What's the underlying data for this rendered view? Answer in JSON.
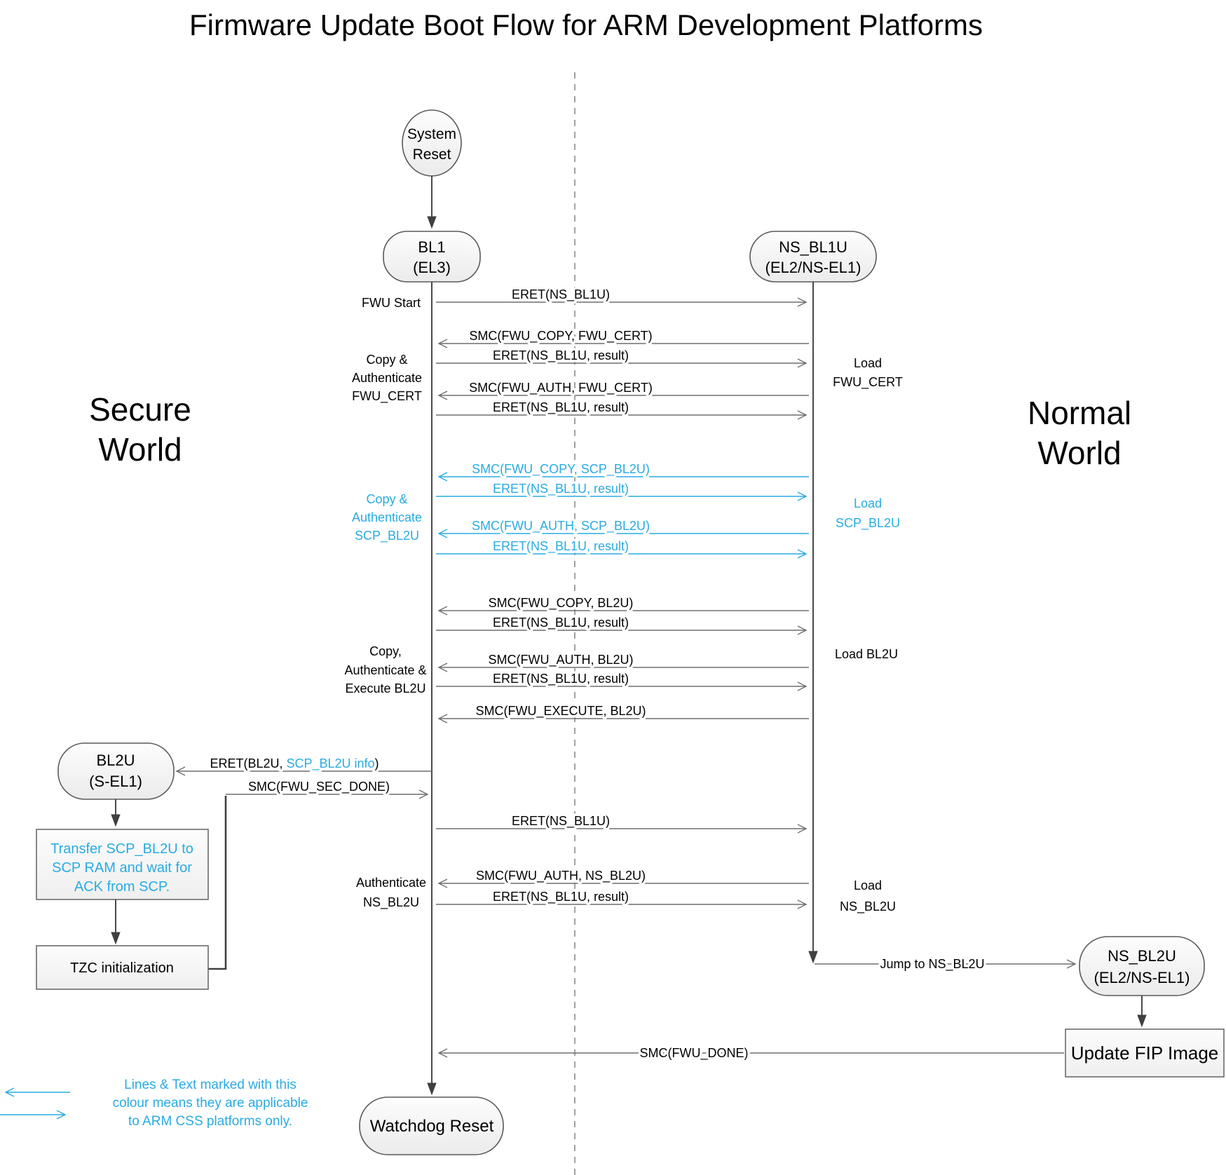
{
  "title": "Firmware Update Boot Flow for ARM Development Platforms",
  "colors": {
    "accent": "#29ABE2",
    "line_gray": "#6e6e6e",
    "line_dark": "#404040"
  },
  "world_labels": {
    "secure_1": "Secure",
    "secure_2": "World",
    "normal_1": "Normal",
    "normal_2": "World"
  },
  "nodes": {
    "system_reset": {
      "line1": "System",
      "line2": "Reset"
    },
    "bl1": {
      "line1": "BL1",
      "line2": "(EL3)"
    },
    "ns_bl1u": {
      "line1": "NS_BL1U",
      "line2": "(EL2/NS-EL1)"
    },
    "bl2u": {
      "line1": "BL2U",
      "line2": "(S-EL1)"
    },
    "transfer_scp": {
      "line1": "Transfer SCP_BL2U to",
      "line2": "SCP RAM and wait for",
      "line3": "ACK from SCP."
    },
    "tzc": {
      "label": "TZC initialization"
    },
    "ns_bl2u": {
      "line1": "NS_BL2U",
      "line2": "(EL2/NS-EL1)"
    },
    "update_fip": {
      "label": "Update FIP Image"
    },
    "watchdog": {
      "label": "Watchdog Reset"
    }
  },
  "side_labels": {
    "fwu_start": "FWU Start",
    "copy_auth_fwu_cert": {
      "line1": "Copy &",
      "line2": "Authenticate",
      "line3": "FWU_CERT"
    },
    "copy_auth_scp_bl2u": {
      "line1": "Copy &",
      "line2": "Authenticate",
      "line3": "SCP_BL2U"
    },
    "copy_auth_exec_bl2u": {
      "line1": "Copy,",
      "line2": "Authenticate &",
      "line3": "Execute BL2U"
    },
    "auth_ns_bl2u": {
      "line1": "Authenticate",
      "line2": "NS_BL2U"
    },
    "load_fwu_cert": {
      "line1": "Load",
      "line2": "FWU_CERT"
    },
    "load_scp_bl2u": {
      "line1": "Load",
      "line2": "SCP_BL2U"
    },
    "load_bl2u": "Load BL2U",
    "load_ns_bl2u": {
      "line1": "Load",
      "line2": "NS_BL2U"
    }
  },
  "messages": {
    "eret_ns_bl1u_1": "ERET(NS_BL1U)",
    "smc_copy_fwu_cert": "SMC(FWU_COPY, FWU_CERT)",
    "eret_result_1": "ERET(NS_BL1U, result)",
    "smc_auth_fwu_cert": "SMC(FWU_AUTH, FWU_CERT)",
    "eret_result_2": "ERET(NS_BL1U, result)",
    "smc_copy_scp_bl2u": "SMC(FWU_COPY, SCP_BL2U)",
    "eret_result_3": "ERET(NS_BL1U, result)",
    "smc_auth_scp_bl2u": "SMC(FWU_AUTH, SCP_BL2U)",
    "eret_result_4": "ERET(NS_BL1U, result)",
    "smc_copy_bl2u": "SMC(FWU_COPY, BL2U)",
    "eret_result_5": "ERET(NS_BL1U, result)",
    "smc_auth_bl2u": "SMC(FWU_AUTH, BL2U)",
    "eret_result_6": "ERET(NS_BL1U, result)",
    "smc_execute_bl2u": "SMC(FWU_EXECUTE, BL2U)",
    "eret_bl2u_pre": "ERET(BL2U, ",
    "eret_bl2u_accent": "SCP_BL2U info",
    "eret_bl2u_post": ")",
    "smc_sec_done": "SMC(FWU_SEC_DONE)",
    "eret_ns_bl1u_2": "ERET(NS_BL1U)",
    "smc_auth_ns_bl2u": "SMC(FWU_AUTH, NS_BL2U)",
    "eret_result_7": "ERET(NS_BL1U, result)",
    "jump_ns_bl2u": "Jump to NS_BL2U",
    "smc_fwu_done": "SMC(FWU_DONE)"
  },
  "legend": {
    "line1": "Lines & Text marked with this",
    "line2": "colour means they are applicable",
    "line3": "to ARM CSS platforms only."
  }
}
